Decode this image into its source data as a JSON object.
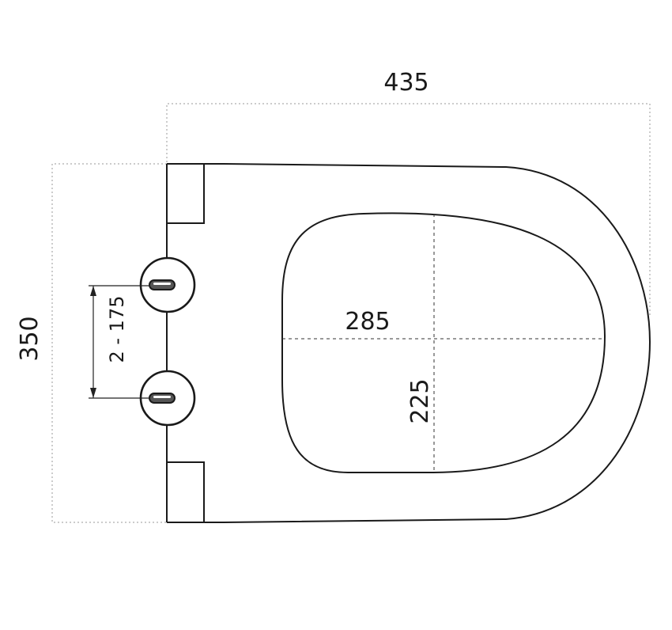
{
  "diagram": {
    "dimensions": {
      "overall_length": "435",
      "overall_width": "350",
      "fixing_centres": "2 - 175",
      "inner_length": "285",
      "inner_width": "225"
    },
    "colors": {
      "line": "#1a1a1a",
      "guide": "#9a9a9a",
      "background": "#ffffff"
    }
  }
}
